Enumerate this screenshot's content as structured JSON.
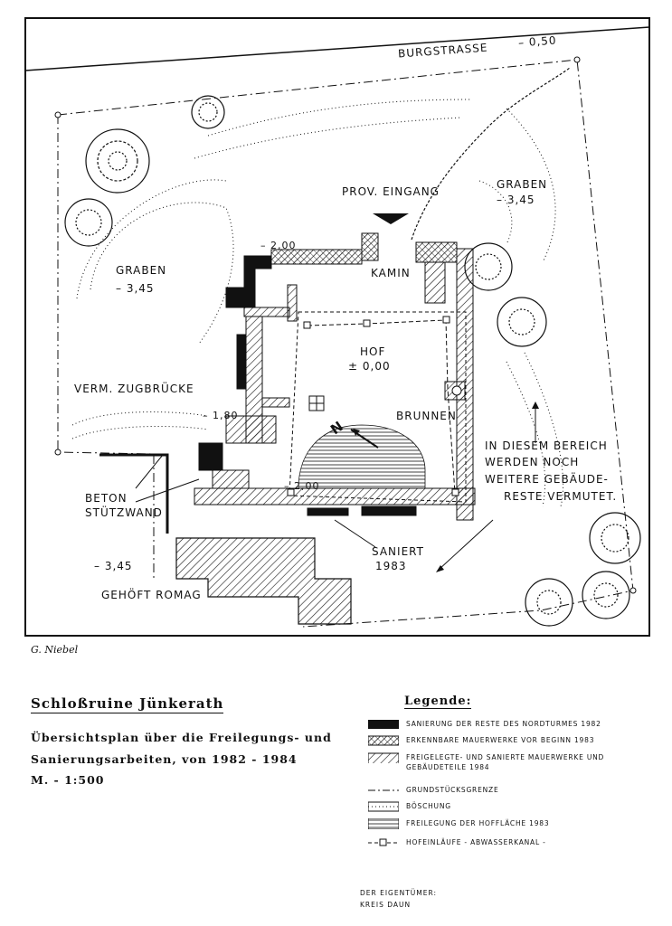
{
  "plan": {
    "street": "BURGSTRASSE",
    "street_level": "– 0,50",
    "labels": {
      "graben_left": "GRABEN",
      "graben_left_level": "– 3,45",
      "graben_right": "GRABEN",
      "graben_right_level": "– 3,45",
      "prov_eingang": "PROV. EINGANG",
      "level_200_top": "– 2,00",
      "kamin": "KAMIN",
      "hof": "HOF",
      "hof_level": "± 0,00",
      "brunnen": "BRUNNEN",
      "zugbruecke": "VERM. ZUGBRÜCKE",
      "level_180": "– 1,80",
      "level_200_bottom": "– 2,00",
      "beton": "BETON",
      "stuetzwand": "STÜTZWAND",
      "level_345_bottom": "– 3,45",
      "gehoeft": "GEHÖFT ROMAG",
      "saniert": "SANIERT",
      "saniert_year": "1983",
      "north": "N",
      "note_1": "IN DIESEM BEREICH",
      "note_2": "WERDEN NOCH",
      "note_3": "WEITERE GEBÄUDE-",
      "note_4": "RESTE VERMUTET."
    }
  },
  "author": "G. Niebel",
  "title": "Schloßruine Jünkerath",
  "subtitle_1": "Übersichtsplan über die Freilegungs- und",
  "subtitle_2": "Sanierungsarbeiten, von 1982 - 1984",
  "scale": "M. - 1:500",
  "legend": {
    "title": "Legende:",
    "items": [
      {
        "symbol": "solid-black",
        "text": "SANIERUNG DER RESTE DES NORDTURMES 1982"
      },
      {
        "symbol": "cross-hatch",
        "text": "ERKENNBARE MAUERWERKE VOR BEGINN 1983"
      },
      {
        "symbol": "diagonal-hatch",
        "text": "FREIGELEGTE- UND SANIERTE MAUERWERKE UND GEBÄUDETEILE 1984"
      },
      {
        "symbol": "dash-dot-line",
        "text": "GRUNDSTÜCKSGRENZE"
      },
      {
        "symbol": "slope-ticks",
        "text": "BÖSCHUNG"
      },
      {
        "symbol": "horizontal-lines",
        "text": "FREILEGUNG DER HOFFLÄCHE 1983"
      },
      {
        "symbol": "drain-dashed",
        "text": "HOFEINLÄUFE - ABWASSERKANAL -"
      }
    ]
  },
  "owner_1": "DER EIGENTÜMER:",
  "owner_2": "KREIS DAUN"
}
